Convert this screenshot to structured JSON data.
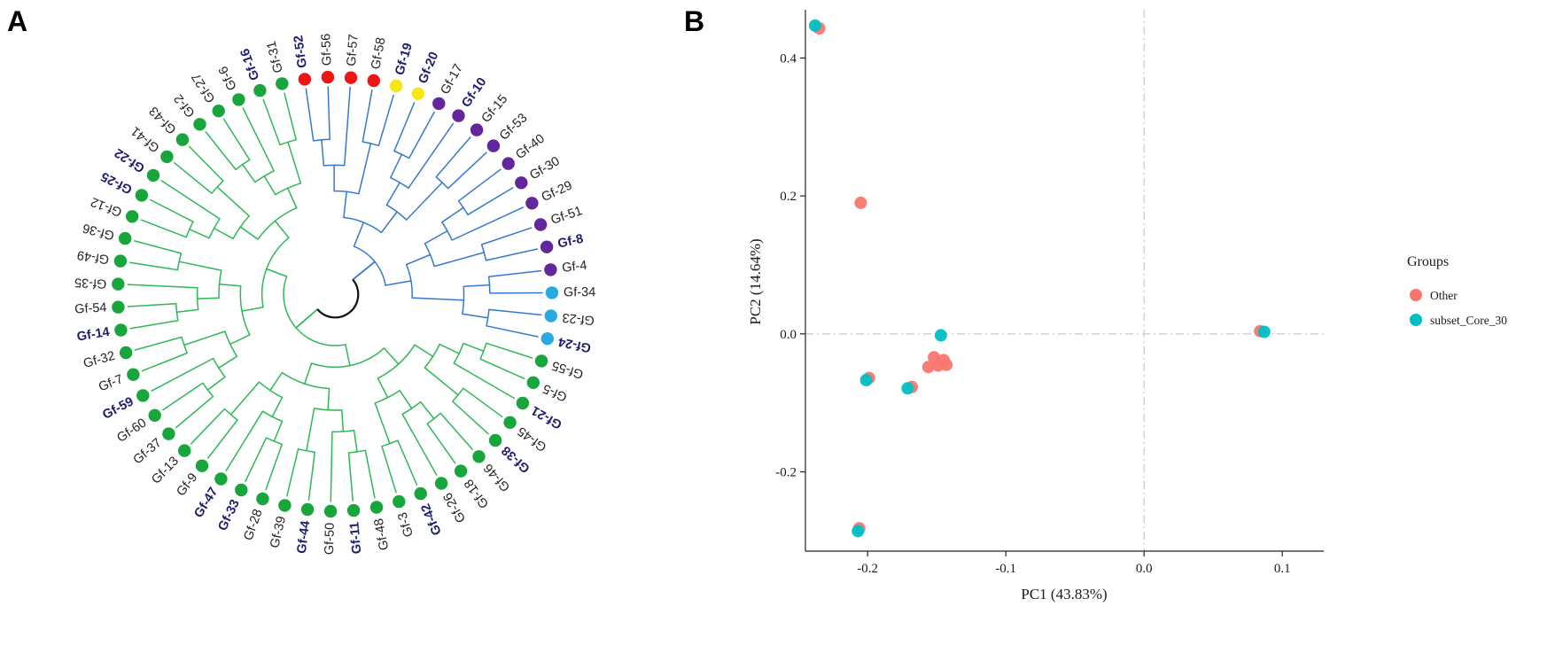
{
  "figure": {
    "panelA_label": "A",
    "panelB_label": "B"
  },
  "chart_data": [
    {
      "type": "dendrogram",
      "panel": "A",
      "layout": "circular",
      "root_color": "#111111",
      "branch_clades": [
        {
          "name": "upper-cluster",
          "color": "#3579cf",
          "leaf_span": [
            0,
            18
          ]
        },
        {
          "name": "main-green-cluster",
          "color": "#2eb857",
          "leaf_span": [
            19,
            58
          ]
        }
      ],
      "tip_colors": {
        "red": "#f01414",
        "yellow": "#f3e813",
        "purple": "#62279b",
        "cyan": "#29abe2",
        "green": "#17a53c"
      },
      "label_colors": {
        "core": "#1c1c70",
        "other": "#222222"
      },
      "leaves": [
        {
          "label": "Gf-52",
          "tip": "red",
          "core": true
        },
        {
          "label": "Gf-56",
          "tip": "red",
          "core": false
        },
        {
          "label": "Gf-57",
          "tip": "red",
          "core": false
        },
        {
          "label": "Gf-58",
          "tip": "red",
          "core": false
        },
        {
          "label": "Gf-19",
          "tip": "yellow",
          "core": true
        },
        {
          "label": "Gf-20",
          "tip": "yellow",
          "core": true
        },
        {
          "label": "Gf-17",
          "tip": "purple",
          "core": false
        },
        {
          "label": "Gf-10",
          "tip": "purple",
          "core": true
        },
        {
          "label": "Gf-15",
          "tip": "purple",
          "core": false
        },
        {
          "label": "Gf-53",
          "tip": "purple",
          "core": false
        },
        {
          "label": "Gf-40",
          "tip": "purple",
          "core": false
        },
        {
          "label": "Gf-30",
          "tip": "purple",
          "core": false
        },
        {
          "label": "Gf-29",
          "tip": "purple",
          "core": false
        },
        {
          "label": "Gf-51",
          "tip": "purple",
          "core": false
        },
        {
          "label": "Gf-8",
          "tip": "purple",
          "core": true
        },
        {
          "label": "Gf-4",
          "tip": "purple",
          "core": false
        },
        {
          "label": "Gf-34",
          "tip": "cyan",
          "core": false
        },
        {
          "label": "Gf-23",
          "tip": "cyan",
          "core": false
        },
        {
          "label": "Gf-24",
          "tip": "cyan",
          "core": true
        },
        {
          "label": "Gf-55",
          "tip": "green",
          "core": false
        },
        {
          "label": "Gf-5",
          "tip": "green",
          "core": false
        },
        {
          "label": "Gf-21",
          "tip": "green",
          "core": true
        },
        {
          "label": "Gf-45",
          "tip": "green",
          "core": false
        },
        {
          "label": "Gf-38",
          "tip": "green",
          "core": true
        },
        {
          "label": "Gf-46",
          "tip": "green",
          "core": false
        },
        {
          "label": "Gf-18",
          "tip": "green",
          "core": false
        },
        {
          "label": "Gf-26",
          "tip": "green",
          "core": false
        },
        {
          "label": "Gf-42",
          "tip": "green",
          "core": true
        },
        {
          "label": "Gf-3",
          "tip": "green",
          "core": false
        },
        {
          "label": "Gf-48",
          "tip": "green",
          "core": false
        },
        {
          "label": "Gf-11",
          "tip": "green",
          "core": true
        },
        {
          "label": "Gf-50",
          "tip": "green",
          "core": false
        },
        {
          "label": "Gf-44",
          "tip": "green",
          "core": true
        },
        {
          "label": "Gf-39",
          "tip": "green",
          "core": false
        },
        {
          "label": "Gf-28",
          "tip": "green",
          "core": false
        },
        {
          "label": "Gf-33",
          "tip": "green",
          "core": true
        },
        {
          "label": "Gf-47",
          "tip": "green",
          "core": true
        },
        {
          "label": "Gf-9",
          "tip": "green",
          "core": false
        },
        {
          "label": "Gf-13",
          "tip": "green",
          "core": false
        },
        {
          "label": "Gf-37",
          "tip": "green",
          "core": false
        },
        {
          "label": "Gf-60",
          "tip": "green",
          "core": false
        },
        {
          "label": "Gf-59",
          "tip": "green",
          "core": true
        },
        {
          "label": "Gf-7",
          "tip": "green",
          "core": false
        },
        {
          "label": "Gf-32",
          "tip": "green",
          "core": false
        },
        {
          "label": "Gf-14",
          "tip": "green",
          "core": true
        },
        {
          "label": "Gf-54",
          "tip": "green",
          "core": false
        },
        {
          "label": "Gf-35",
          "tip": "green",
          "core": false
        },
        {
          "label": "Gf-49",
          "tip": "green",
          "core": false
        },
        {
          "label": "Gf-36",
          "tip": "green",
          "core": false
        },
        {
          "label": "Gf-12",
          "tip": "green",
          "core": false
        },
        {
          "label": "Gf-25",
          "tip": "green",
          "core": true
        },
        {
          "label": "Gf-22",
          "tip": "green",
          "core": true
        },
        {
          "label": "Gf-41",
          "tip": "green",
          "core": false
        },
        {
          "label": "Gf-43",
          "tip": "green",
          "core": false
        },
        {
          "label": "Gf-2",
          "tip": "green",
          "core": false
        },
        {
          "label": "Gf-27",
          "tip": "green",
          "core": false
        },
        {
          "label": "Gf-6",
          "tip": "green",
          "core": false
        },
        {
          "label": "Gf-16",
          "tip": "green",
          "core": true
        },
        {
          "label": "Gf-31",
          "tip": "green",
          "core": false
        }
      ]
    },
    {
      "type": "scatter",
      "panel": "B",
      "xlabel": "PC1 (43.83%)",
      "ylabel": "PC2 (14.64%)",
      "xlim": [
        -0.245,
        0.13
      ],
      "ylim": [
        -0.315,
        0.47
      ],
      "xticks": [
        -0.2,
        -0.1,
        0.0,
        0.1
      ],
      "xtick_labels": [
        "-0.2",
        "-0.1",
        "0.0",
        "0.1"
      ],
      "yticks": [
        0.4,
        0.2,
        0.0,
        -0.2
      ],
      "ytick_labels": [
        "0.4",
        "0.2",
        "0.0",
        "-0.2"
      ],
      "reference_lines": {
        "x": 0.0,
        "y": 0.0,
        "style": "dash-dot",
        "color": "#bdbdbd"
      },
      "axis_color": "#222222",
      "legend": {
        "title": "Groups",
        "position": "right",
        "entries": [
          {
            "label": "Other",
            "color": "#F8766D"
          },
          {
            "label": "subset_Core_30",
            "color": "#00BFC4"
          }
        ]
      },
      "series": [
        {
          "name": "Other",
          "color": "#F8766D",
          "points": [
            [
              -0.235,
              0.443
            ],
            [
              -0.205,
              0.19
            ],
            [
              -0.152,
              -0.034
            ],
            [
              -0.145,
              -0.038
            ],
            [
              -0.149,
              -0.046
            ],
            [
              -0.156,
              -0.048
            ],
            [
              -0.143,
              -0.045
            ],
            [
              -0.168,
              -0.077
            ],
            [
              -0.199,
              -0.064
            ],
            [
              -0.206,
              -0.282
            ],
            [
              0.084,
              0.004
            ]
          ]
        },
        {
          "name": "subset_Core_30",
          "color": "#00BFC4",
          "points": [
            [
              -0.238,
              0.447
            ],
            [
              -0.147,
              -0.002
            ],
            [
              -0.201,
              -0.067
            ],
            [
              -0.171,
              -0.079
            ],
            [
              -0.207,
              -0.286
            ],
            [
              0.087,
              0.003
            ]
          ]
        }
      ]
    }
  ]
}
